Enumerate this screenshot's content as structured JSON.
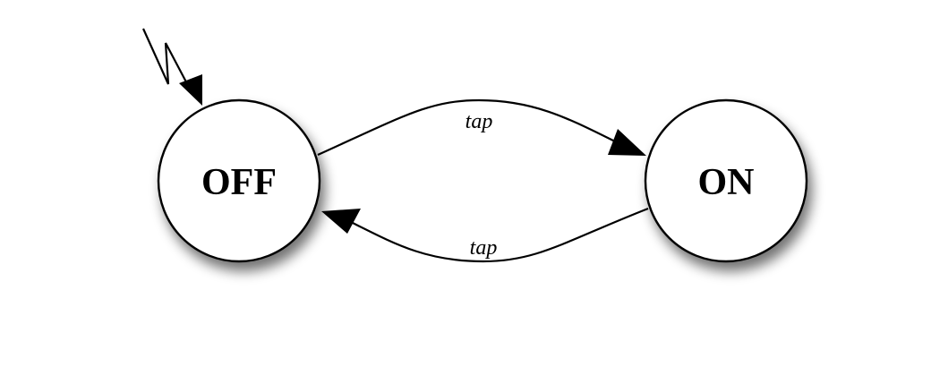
{
  "diagram": {
    "type": "state-machine",
    "states": [
      {
        "id": "off",
        "label": "OFF",
        "initial": true
      },
      {
        "id": "on",
        "label": "ON",
        "initial": false
      }
    ],
    "transitions": [
      {
        "from": "off",
        "to": "on",
        "label": "tap"
      },
      {
        "from": "on",
        "to": "off",
        "label": "tap"
      }
    ]
  },
  "colors": {
    "stroke": "#000000",
    "fill": "#ffffff",
    "background": "#ffffff"
  }
}
